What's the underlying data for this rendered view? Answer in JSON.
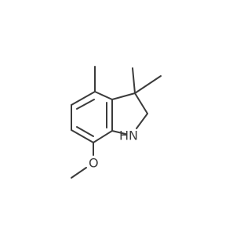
{
  "molecule": {
    "atoms": {
      "oxygen": "O",
      "nitrogen": "N",
      "nitrogen_hydrogen": "H"
    },
    "colors": {
      "bond": "#3b3b3b",
      "label": "#3b3b3b",
      "background": "#ffffff"
    }
  }
}
